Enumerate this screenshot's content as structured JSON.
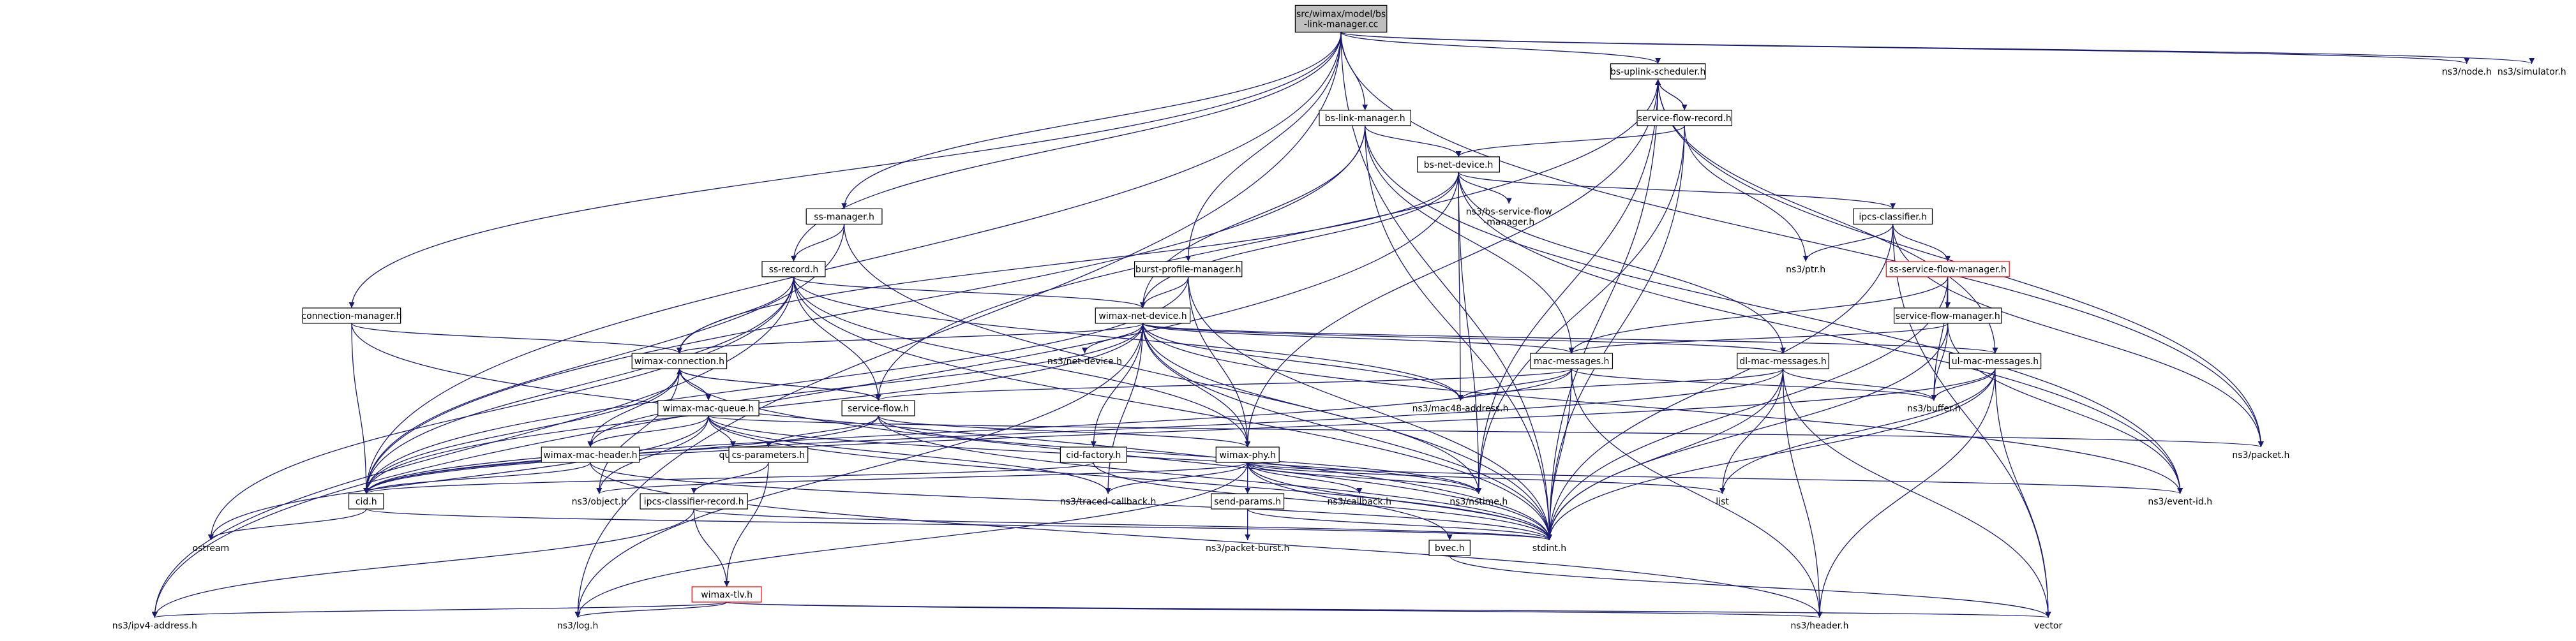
{
  "diagram": {
    "title": "src/wimax/model/bs-link-manager.cc",
    "colors": {
      "edge": "#191970",
      "root_fill": "#bfbfbf",
      "border": "#000000",
      "missing_border": "#ff0000"
    },
    "nodes": [
      {
        "id": "root",
        "lines": [
          "src/wimax/model/bs",
          "-link-manager.cc"
        ],
        "style": "root"
      },
      {
        "id": "bs_uplink_scheduler",
        "lines": [
          "bs-uplink-scheduler.h"
        ],
        "style": "box"
      },
      {
        "id": "ns3_node",
        "lines": [
          "ns3/node.h"
        ],
        "style": "plain"
      },
      {
        "id": "ns3_simulator",
        "lines": [
          "ns3/simulator.h"
        ],
        "style": "plain"
      },
      {
        "id": "bs_link_manager",
        "lines": [
          "bs-link-manager.h"
        ],
        "style": "box"
      },
      {
        "id": "service_flow_record",
        "lines": [
          "service-flow-record.h"
        ],
        "style": "box"
      },
      {
        "id": "bs_net_device",
        "lines": [
          "bs-net-device.h"
        ],
        "style": "box"
      },
      {
        "id": "ns3_bs_service_flow_manager",
        "lines": [
          "ns3/bs-service-flow",
          "-manager.h"
        ],
        "style": "plain"
      },
      {
        "id": "ipcs_classifier",
        "lines": [
          "ipcs-classifier.h"
        ],
        "style": "box"
      },
      {
        "id": "ss_manager",
        "lines": [
          "ss-manager.h"
        ],
        "style": "box"
      },
      {
        "id": "ns3_ptr",
        "lines": [
          "ns3/ptr.h"
        ],
        "style": "plain"
      },
      {
        "id": "ss_service_flow_manager",
        "lines": [
          "ss-service-flow-manager.h"
        ],
        "style": "missing"
      },
      {
        "id": "ss_record",
        "lines": [
          "ss-record.h"
        ],
        "style": "box"
      },
      {
        "id": "burst_profile_manager",
        "lines": [
          "burst-profile-manager.h"
        ],
        "style": "box"
      },
      {
        "id": "service_flow_manager",
        "lines": [
          "service-flow-manager.h"
        ],
        "style": "box"
      },
      {
        "id": "connection_manager",
        "lines": [
          "connection-manager.h"
        ],
        "style": "box"
      },
      {
        "id": "wimax_net_device",
        "lines": [
          "wimax-net-device.h"
        ],
        "style": "box"
      },
      {
        "id": "wimax_connection",
        "lines": [
          "wimax-connection.h"
        ],
        "style": "box"
      },
      {
        "id": "ns3_net_device",
        "lines": [
          "ns3/net-device.h"
        ],
        "style": "plain"
      },
      {
        "id": "mac_messages",
        "lines": [
          "mac-messages.h"
        ],
        "style": "box"
      },
      {
        "id": "dl_mac_messages",
        "lines": [
          "dl-mac-messages.h"
        ],
        "style": "box"
      },
      {
        "id": "ul_mac_messages",
        "lines": [
          "ul-mac-messages.h"
        ],
        "style": "box"
      },
      {
        "id": "wimax_mac_queue",
        "lines": [
          "wimax-mac-queue.h"
        ],
        "style": "box"
      },
      {
        "id": "service_flow",
        "lines": [
          "service-flow.h"
        ],
        "style": "box"
      },
      {
        "id": "ns3_mac48_address",
        "lines": [
          "ns3/mac48-address.h"
        ],
        "style": "plain"
      },
      {
        "id": "ns3_buffer",
        "lines": [
          "ns3/buffer.h"
        ],
        "style": "plain"
      },
      {
        "id": "wimax_mac_header",
        "lines": [
          "wimax-mac-header.h"
        ],
        "style": "box"
      },
      {
        "id": "queue",
        "lines": [
          "queue"
        ],
        "style": "plain"
      },
      {
        "id": "cs_parameters",
        "lines": [
          "cs-parameters.h"
        ],
        "style": "box"
      },
      {
        "id": "cid_factory",
        "lines": [
          "cid-factory.h"
        ],
        "style": "box"
      },
      {
        "id": "wimax_phy",
        "lines": [
          "wimax-phy.h"
        ],
        "style": "box"
      },
      {
        "id": "ns3_packet",
        "lines": [
          "ns3/packet.h"
        ],
        "style": "plain"
      },
      {
        "id": "cid",
        "lines": [
          "cid.h"
        ],
        "style": "box"
      },
      {
        "id": "ns3_object",
        "lines": [
          "ns3/object.h"
        ],
        "style": "plain"
      },
      {
        "id": "ipcs_classifier_record",
        "lines": [
          "ipcs-classifier-record.h"
        ],
        "style": "box"
      },
      {
        "id": "ns3_traced_callback",
        "lines": [
          "ns3/traced-callback.h"
        ],
        "style": "plain"
      },
      {
        "id": "send_params",
        "lines": [
          "send-params.h"
        ],
        "style": "box"
      },
      {
        "id": "ns3_callback",
        "lines": [
          "ns3/callback.h"
        ],
        "style": "plain"
      },
      {
        "id": "ns3_nstime",
        "lines": [
          "ns3/nstime.h"
        ],
        "style": "plain"
      },
      {
        "id": "list",
        "lines": [
          "list"
        ],
        "style": "plain"
      },
      {
        "id": "ns3_event_id",
        "lines": [
          "ns3/event-id.h"
        ],
        "style": "plain"
      },
      {
        "id": "ostream",
        "lines": [
          "ostream"
        ],
        "style": "plain"
      },
      {
        "id": "ns3_packet_burst",
        "lines": [
          "ns3/packet-burst.h"
        ],
        "style": "plain"
      },
      {
        "id": "bvec",
        "lines": [
          "bvec.h"
        ],
        "style": "box"
      },
      {
        "id": "stdint",
        "lines": [
          "stdint.h"
        ],
        "style": "plain"
      },
      {
        "id": "wimax_tlv",
        "lines": [
          "wimax-tlv.h"
        ],
        "style": "missing"
      },
      {
        "id": "ns3_ipv4_address",
        "lines": [
          "ns3/ipv4-address.h"
        ],
        "style": "plain"
      },
      {
        "id": "ns3_log",
        "lines": [
          "ns3/log.h"
        ],
        "style": "plain"
      },
      {
        "id": "ns3_header",
        "lines": [
          "ns3/header.h"
        ],
        "style": "plain"
      },
      {
        "id": "vector",
        "lines": [
          "vector"
        ],
        "style": "plain"
      }
    ],
    "edges": [
      [
        "root",
        "bs_uplink_scheduler"
      ],
      [
        "root",
        "ns3_node"
      ],
      [
        "root",
        "ns3_simulator"
      ],
      [
        "root",
        "bs_link_manager"
      ],
      [
        "root",
        "ss_manager"
      ],
      [
        "root",
        "ss_record"
      ],
      [
        "root",
        "burst_profile_manager"
      ],
      [
        "root",
        "connection_manager"
      ],
      [
        "root",
        "cid"
      ],
      [
        "root",
        "ns3_log"
      ],
      [
        "root",
        "ns3_packet"
      ],
      [
        "root",
        "stdint"
      ],
      [
        "bs_uplink_scheduler",
        "service_flow_record"
      ],
      [
        "bs_uplink_scheduler",
        "wimax_phy"
      ],
      [
        "bs_uplink_scheduler",
        "service_flow"
      ],
      [
        "bs_uplink_scheduler",
        "ul_mac_messages"
      ],
      [
        "bs_uplink_scheduler",
        "ns3_nstime"
      ],
      [
        "bs_uplink_scheduler",
        "stdint"
      ],
      [
        "bs_uplink_scheduler",
        "ns3_packet"
      ],
      [
        "service_flow_record",
        "bs_uplink_scheduler"
      ],
      [
        "service_flow_record",
        "bs_net_device"
      ],
      [
        "service_flow_record",
        "ns3_ptr"
      ],
      [
        "service_flow_record",
        "ns3_nstime"
      ],
      [
        "service_flow_record",
        "stdint"
      ],
      [
        "bs_link_manager",
        "bs_net_device"
      ],
      [
        "bs_link_manager",
        "wimax_net_device"
      ],
      [
        "bs_link_manager",
        "mac_messages"
      ],
      [
        "bs_link_manager",
        "cid"
      ],
      [
        "bs_link_manager",
        "stdint"
      ],
      [
        "bs_link_manager",
        "ns3_event_id"
      ],
      [
        "bs_net_device",
        "ns3_bs_service_flow_manager"
      ],
      [
        "bs_net_device",
        "ipcs_classifier"
      ],
      [
        "bs_net_device",
        "wimax_net_device"
      ],
      [
        "bs_net_device",
        "dl_mac_messages"
      ],
      [
        "bs_net_device",
        "ns3_mac48_address"
      ],
      [
        "bs_net_device",
        "ns3_nstime"
      ],
      [
        "bs_net_device",
        "ns3_event_id"
      ],
      [
        "bs_net_device",
        "wimax_connection"
      ],
      [
        "bs_net_device",
        "ns3_ipv4_address"
      ],
      [
        "ipcs_classifier",
        "ns3_ptr"
      ],
      [
        "ipcs_classifier",
        "ss_service_flow_manager"
      ],
      [
        "ipcs_classifier",
        "stdint"
      ],
      [
        "ipcs_classifier",
        "ns3_packet"
      ],
      [
        "ipcs_classifier",
        "vector"
      ],
      [
        "ss_service_flow_manager",
        "service_flow_manager"
      ],
      [
        "ss_service_flow_manager",
        "mac_messages"
      ],
      [
        "ss_service_flow_manager",
        "ns3_buffer"
      ],
      [
        "ss_service_flow_manager",
        "stdint"
      ],
      [
        "service_flow_manager",
        "mac_messages"
      ],
      [
        "service_flow_manager",
        "ns3_buffer"
      ],
      [
        "service_flow_manager",
        "stdint"
      ],
      [
        "service_flow_manager",
        "ns3_event_id"
      ],
      [
        "ss_manager",
        "ss_record"
      ],
      [
        "ss_manager",
        "cid"
      ],
      [
        "ss_manager",
        "stdint"
      ],
      [
        "ss_record",
        "wimax_net_device"
      ],
      [
        "ss_record",
        "wimax_connection"
      ],
      [
        "ss_record",
        "service_flow"
      ],
      [
        "ss_record",
        "ns3_mac48_address"
      ],
      [
        "ss_record",
        "cid"
      ],
      [
        "ss_record",
        "ns3_ipv4_address"
      ],
      [
        "ss_record",
        "ostream"
      ],
      [
        "ss_record",
        "stdint"
      ],
      [
        "ss_record",
        "wimax_phy"
      ],
      [
        "burst_profile_manager",
        "wimax_net_device"
      ],
      [
        "burst_profile_manager",
        "wimax_phy"
      ],
      [
        "burst_profile_manager",
        "cid"
      ],
      [
        "burst_profile_manager",
        "stdint"
      ],
      [
        "connection_manager",
        "wimax_connection"
      ],
      [
        "connection_manager",
        "cid"
      ],
      [
        "connection_manager",
        "stdint"
      ],
      [
        "wimax_net_device",
        "ns3_net_device"
      ],
      [
        "wimax_net_device",
        "wimax_connection"
      ],
      [
        "wimax_net_device",
        "mac_messages"
      ],
      [
        "wimax_net_device",
        "dl_mac_messages"
      ],
      [
        "wimax_net_device",
        "ul_mac_messages"
      ],
      [
        "wimax_net_device",
        "ns3_mac48_address"
      ],
      [
        "wimax_net_device",
        "wimax_phy"
      ],
      [
        "wimax_net_device",
        "cid_factory"
      ],
      [
        "wimax_net_device",
        "ns3_traced_callback"
      ],
      [
        "wimax_net_device",
        "ns3_nstime"
      ],
      [
        "wimax_net_device",
        "ns3_event_id"
      ],
      [
        "wimax_net_device",
        "cid"
      ],
      [
        "wimax_net_device",
        "ns3_log"
      ],
      [
        "wimax_net_device",
        "stdint"
      ],
      [
        "wimax_net_device",
        "wimax_mac_header"
      ],
      [
        "wimax_connection",
        "wimax_mac_queue"
      ],
      [
        "wimax_connection",
        "service_flow"
      ],
      [
        "wimax_connection",
        "wimax_mac_header"
      ],
      [
        "wimax_connection",
        "cid"
      ],
      [
        "wimax_connection",
        "ns3_object"
      ],
      [
        "wimax_connection",
        "stdint"
      ],
      [
        "mac_messages",
        "service_flow"
      ],
      [
        "mac_messages",
        "ns3_mac48_address"
      ],
      [
        "mac_messages",
        "ns3_buffer"
      ],
      [
        "mac_messages",
        "cid"
      ],
      [
        "mac_messages",
        "stdint"
      ],
      [
        "mac_messages",
        "ns3_header"
      ],
      [
        "dl_mac_messages",
        "ns3_mac48_address"
      ],
      [
        "dl_mac_messages",
        "ns3_buffer"
      ],
      [
        "dl_mac_messages",
        "list"
      ],
      [
        "dl_mac_messages",
        "stdint"
      ],
      [
        "dl_mac_messages",
        "ns3_header"
      ],
      [
        "dl_mac_messages",
        "vector"
      ],
      [
        "dl_mac_messages",
        "cid"
      ],
      [
        "ul_mac_messages",
        "ns3_buffer"
      ],
      [
        "ul_mac_messages",
        "list"
      ],
      [
        "ul_mac_messages",
        "stdint"
      ],
      [
        "ul_mac_messages",
        "ns3_header"
      ],
      [
        "ul_mac_messages",
        "vector"
      ],
      [
        "ul_mac_messages",
        "cid"
      ],
      [
        "wimax_mac_queue",
        "wimax_mac_header"
      ],
      [
        "wimax_mac_queue",
        "queue"
      ],
      [
        "wimax_mac_queue",
        "ns3_packet"
      ],
      [
        "wimax_mac_queue",
        "ns3_object"
      ],
      [
        "wimax_mac_queue",
        "ns3_traced_callback"
      ],
      [
        "wimax_mac_queue",
        "ns3_nstime"
      ],
      [
        "wimax_mac_queue",
        "ostream"
      ],
      [
        "wimax_mac_queue",
        "stdint"
      ],
      [
        "service_flow",
        "wimax_connection"
      ],
      [
        "service_flow",
        "cs_parameters"
      ],
      [
        "service_flow",
        "wimax_phy"
      ],
      [
        "service_flow",
        "ns3_nstime"
      ],
      [
        "service_flow",
        "stdint"
      ],
      [
        "service_flow",
        "cid"
      ],
      [
        "wimax_mac_header",
        "cid"
      ],
      [
        "wimax_mac_header",
        "ns3_header"
      ],
      [
        "wimax_mac_header",
        "stdint"
      ],
      [
        "cs_parameters",
        "ipcs_classifier_record"
      ],
      [
        "cs_parameters",
        "wimax_tlv"
      ],
      [
        "ipcs_classifier_record",
        "wimax_tlv"
      ],
      [
        "ipcs_classifier_record",
        "stdint"
      ],
      [
        "ipcs_classifier_record",
        "ns3_ipv4_address"
      ],
      [
        "wimax_tlv",
        "ns3_ipv4_address"
      ],
      [
        "wimax_tlv",
        "ns3_log"
      ],
      [
        "wimax_tlv",
        "ns3_header"
      ],
      [
        "wimax_tlv",
        "vector"
      ],
      [
        "cid_factory",
        "cid"
      ],
      [
        "cid_factory",
        "stdint"
      ],
      [
        "wimax_phy",
        "ns3_traced_callback"
      ],
      [
        "wimax_phy",
        "send_params"
      ],
      [
        "wimax_phy",
        "ns3_callback"
      ],
      [
        "wimax_phy",
        "ns3_nstime"
      ],
      [
        "wimax_phy",
        "ns3_event_id"
      ],
      [
        "wimax_phy",
        "list"
      ],
      [
        "wimax_phy",
        "bvec"
      ],
      [
        "wimax_phy",
        "stdint"
      ],
      [
        "wimax_phy",
        "ns3_log"
      ],
      [
        "wimax_phy",
        "ns3_object"
      ],
      [
        "send_params",
        "ns3_packet_burst"
      ],
      [
        "send_params",
        "stdint"
      ],
      [
        "bvec",
        "vector"
      ],
      [
        "cid",
        "ostream"
      ],
      [
        "cid",
        "stdint"
      ]
    ]
  }
}
